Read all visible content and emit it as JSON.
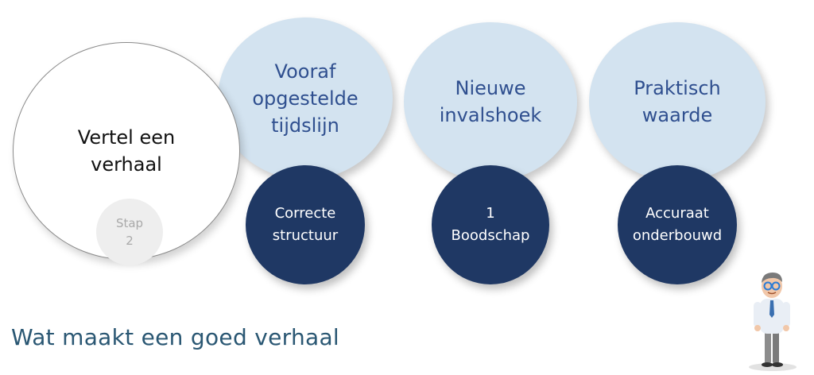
{
  "main": {
    "label": "Vertel een\nverhaal",
    "step": "Stap\n2"
  },
  "pillars": [
    {
      "top": "Vooraf\nopgestelde\ntijdslijn",
      "bottom": "Correcte\nstructuur"
    },
    {
      "top": "Nieuwe\ninvalshoek",
      "bottom": "1\nBoodschap"
    },
    {
      "top": "Praktisch\nwaarde",
      "bottom": "Accuraat\nonderbouwd"
    }
  ],
  "footer": {
    "title": "Wat maakt een goed verhaal"
  },
  "colors": {
    "light_circle": "#d3e3f0",
    "light_text": "#2f4f8f",
    "dark_circle": "#1f3864",
    "title": "#2a5773"
  },
  "mascot": {
    "icon": "presenter-character-icon"
  }
}
